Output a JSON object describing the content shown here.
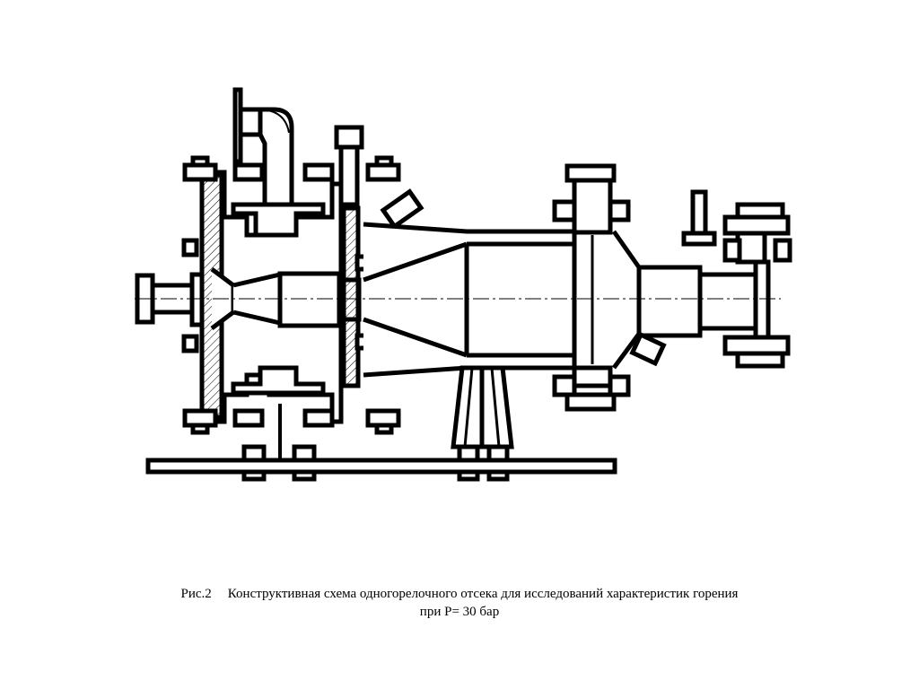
{
  "figure": {
    "number": "Рис.2",
    "caption_line1": "Конструктивная схема одногорелочного отсека для исследований характеристик горения",
    "caption_line2": "при Р= 30 бар"
  },
  "colors": {
    "line": "#000000",
    "background": "#ffffff"
  }
}
